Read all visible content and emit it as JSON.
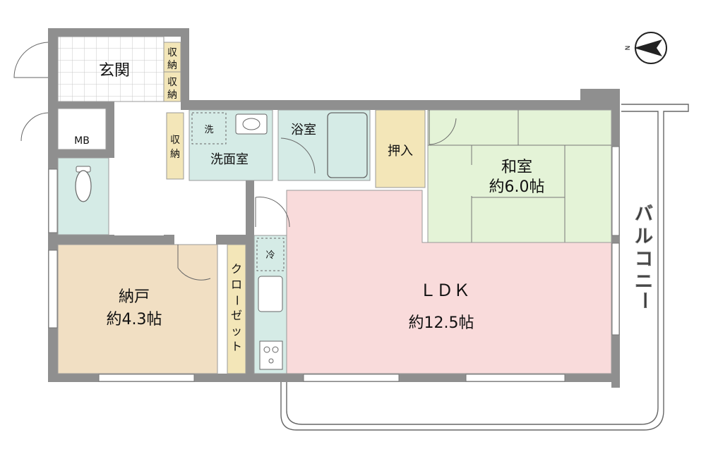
{
  "rooms": {
    "genkan": {
      "name": "玄関"
    },
    "shuno1": {
      "name": "収納"
    },
    "shuno2": {
      "name": "収納"
    },
    "shuno3": {
      "name": "収納"
    },
    "mb": {
      "name": "MB"
    },
    "sentaku": {
      "name": "洗"
    },
    "senmen": {
      "name": "洗面室"
    },
    "yokushitsu": {
      "name": "浴室"
    },
    "oshiire": {
      "name": "押入"
    },
    "washitsu": {
      "name": "和室",
      "size": "約6.0帖"
    },
    "nando": {
      "name": "納戸",
      "size": "約4.3帖"
    },
    "closet": {
      "chars": [
        "ク",
        "ロ",
        "ー",
        "ゼ",
        "ッ",
        "ト"
      ]
    },
    "ldk": {
      "name": "ＬＤＫ",
      "size": "約12.5帖"
    },
    "rei": {
      "name": "冷"
    },
    "balcony": {
      "chars": [
        "バ",
        "ル",
        "コ",
        "ニ",
        "ー"
      ]
    }
  },
  "compass": {
    "label": "N"
  },
  "colors": {
    "wall": "#8f8f8f",
    "wet": "#d5ebe6",
    "washitsu": "#e4f3d7",
    "nando": "#f1dfc3",
    "ldk": "#f9dbdb",
    "storage": "#f3e6b8",
    "genkan": "#ffffff"
  }
}
